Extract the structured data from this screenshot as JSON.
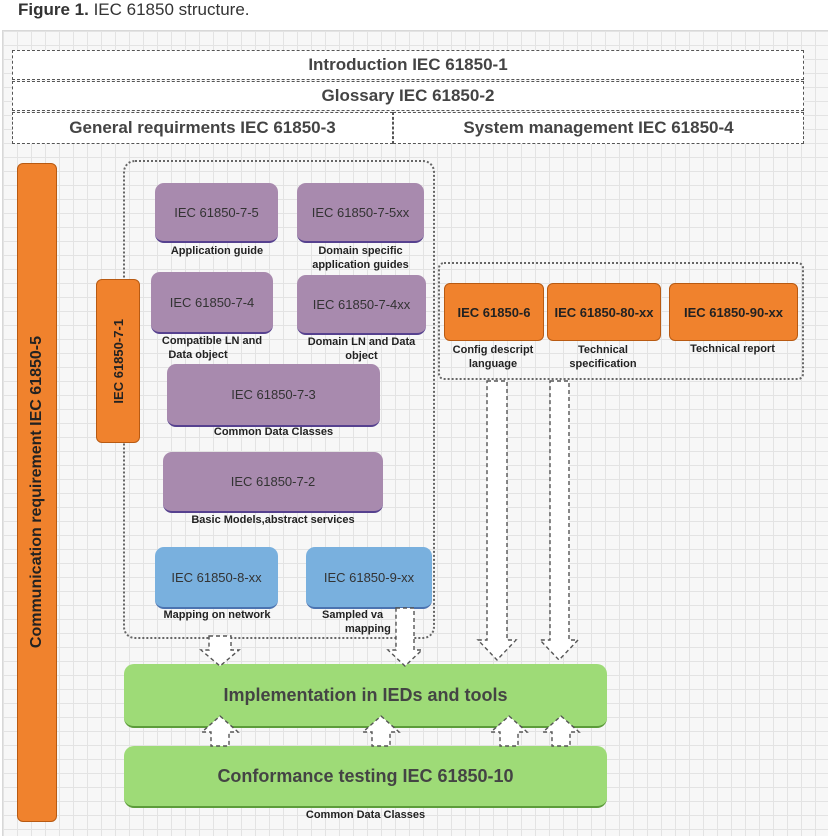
{
  "caption": {
    "label": "Figure 1.",
    "text": " IEC 61850 structure."
  },
  "parts": {
    "introduction": "Introduction IEC 61850-1",
    "glossary": "Glossary IEC 61850-2",
    "general": "General requirments IEC 61850-3",
    "system_mgmt": "System management  IEC 61850-4",
    "communication": "Communication requirement IEC 61850-5",
    "p7_1": "IEC 61850-7-1"
  },
  "boxes": {
    "p7_5": {
      "title": "IEC 61850-7-5",
      "label": "Application guide"
    },
    "p7_5xx": {
      "title": "IEC 61850-7-5xx",
      "label_line1": "Domain specific",
      "label_line2": "application guides"
    },
    "p7_4": {
      "title": "IEC 61850-7-4",
      "label_line1": "Compatible LN and",
      "label_line2": "Data object"
    },
    "p7_4xx": {
      "title": "IEC 61850-7-4xx",
      "label_line1": "Domain LN and Data",
      "label_line2": "object"
    },
    "p7_3": {
      "title": "IEC 61850-7-3",
      "label": "Common Data Classes"
    },
    "p7_2": {
      "title": "IEC 61850-7-2",
      "label": "Basic Models,abstract services"
    },
    "p8": {
      "title": "IEC 61850-8-xx",
      "label": "Mapping on network"
    },
    "p9": {
      "title": "IEC 61850-9-xx",
      "label_line1": "Sampled va",
      "label_line2": "mapping"
    },
    "p6": {
      "title": "IEC 61850-6",
      "label_line1": "Config descript",
      "label_line2": "language"
    },
    "p80": {
      "title": "IEC 61850-80-xx",
      "label_line1": "Technical",
      "label_line2": "specification"
    },
    "p90": {
      "title": "IEC 61850-90-xx",
      "label": "Technical report"
    }
  },
  "bottom": {
    "implementation": "Implementation in IEDs and tools",
    "conformance": "Conformance testing IEC 61850-10",
    "footer": "Common Data Classes"
  },
  "colors": {
    "orange": "#f0822d",
    "purple": "#a88aae",
    "blue": "#79b0de",
    "green": "#9edb77"
  }
}
